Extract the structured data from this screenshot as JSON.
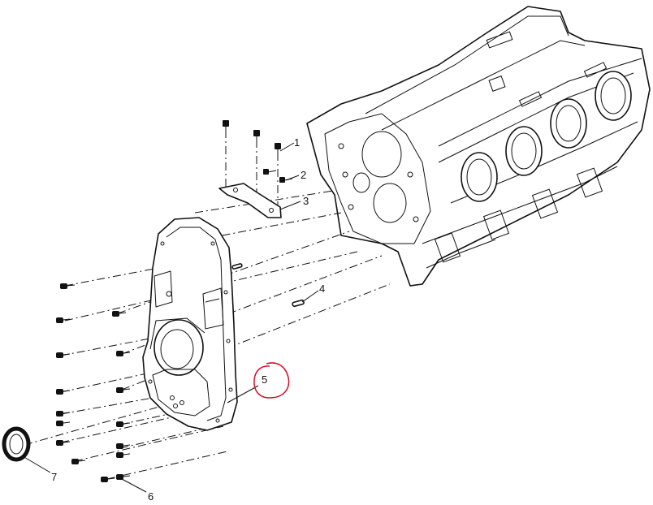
{
  "callouts": [
    {
      "id": "1",
      "label": "1"
    },
    {
      "id": "2",
      "label": "2"
    },
    {
      "id": "3",
      "label": "3"
    },
    {
      "id": "4",
      "label": "4"
    },
    {
      "id": "5",
      "label": "5"
    },
    {
      "id": "6",
      "label": "6"
    },
    {
      "id": "7",
      "label": "7"
    }
  ],
  "highlight": {
    "callout": "5",
    "color": "#d3112b"
  }
}
